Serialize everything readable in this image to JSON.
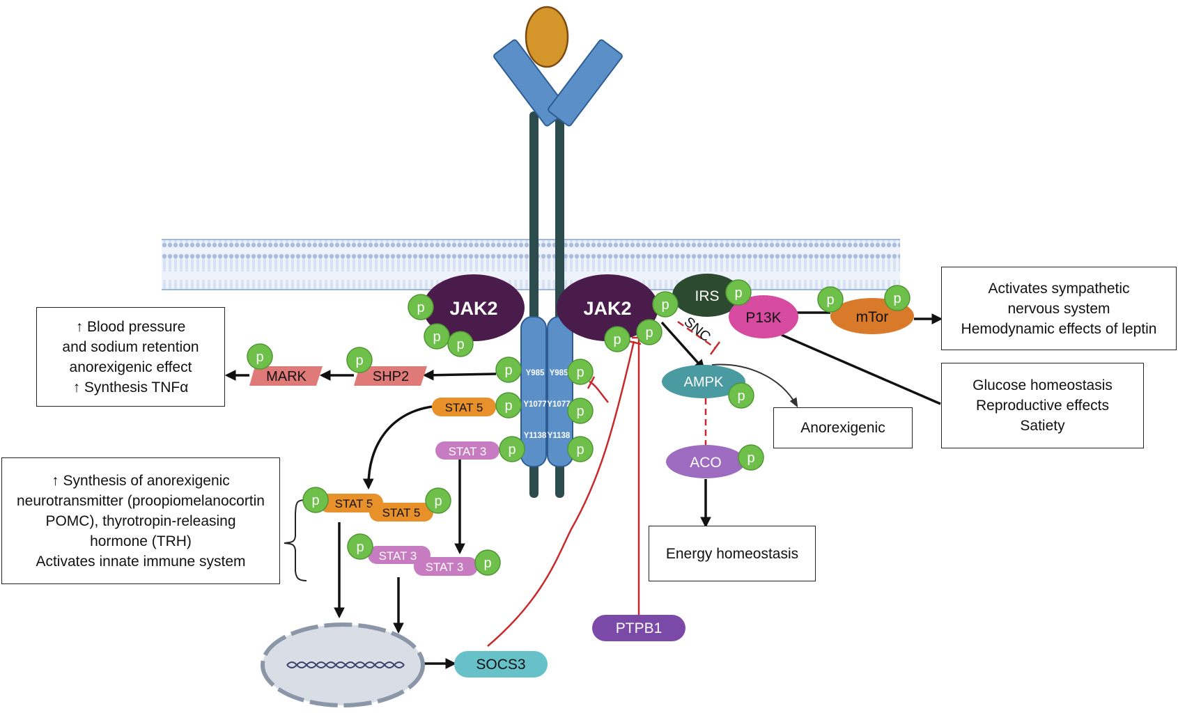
{
  "colors": {
    "ligand": "#d4952a",
    "receptor": "#5b8fc7",
    "receptor_stalk": "#2c4b4c",
    "jak2": "#4a1c4c",
    "irs": "#2c4a30",
    "p13k": "#d64ba0",
    "mtor": "#d97a2b",
    "phospho": "#6fc04a",
    "stat5": "#e8902a",
    "stat3": "#c77bc0",
    "shp2_mark": "#e07a78",
    "ampk": "#4a9aa2",
    "aco": "#9d6cc0",
    "socs3": "#66c2c8",
    "ptpb1": "#7b4aa8",
    "inhibition": "#c8282a",
    "nucleus": "#d8dde6"
  },
  "phospho_label": "p",
  "receptor": {
    "sites_left": [
      "Y985",
      "Y1077",
      "Y1138"
    ],
    "sites_right": [
      "Y985",
      "Y1077",
      "Y1138"
    ]
  },
  "proteins": {
    "jak2_left": "JAK2",
    "jak2_right": "JAK2",
    "irs": "IRS",
    "p13k": "P13K",
    "mtor": "mTor",
    "snc": "SNC",
    "ampk": "AMPK",
    "aco": "ACO",
    "shp2": "SHP2",
    "mark": "MARK",
    "stat5": "STAT 5",
    "stat3": "STAT 3",
    "stat5_dimer_a": "STAT 5",
    "stat5_dimer_b": "STAT 5",
    "stat3_dimer_a": "STAT 3",
    "stat3_dimer_b": "STAT 3",
    "socs3": "SOCS3",
    "ptpb1": "PTPB1"
  },
  "boxes": {
    "blood_pressure": [
      "↑ Blood pressure",
      "and sodium retention",
      "anorexigenic effect",
      "↑ Synthesis TNFα"
    ],
    "neurotransmitter": [
      "↑ Synthesis of anorexigenic",
      "neurotransmitter (proopiomelanocortin",
      "POMC), thyrotropin-releasing",
      "hormone (TRH)",
      "Activates innate immune system"
    ],
    "sympathetic": [
      "Activates sympathetic",
      "nervous system",
      "Hemodynamic effects of leptin"
    ],
    "glucose": [
      "Glucose homeostasis",
      "Reproductive effects",
      "Satiety"
    ],
    "anorexigenic": [
      "Anorexigenic"
    ],
    "energy": [
      "Energy homeostasis"
    ]
  }
}
